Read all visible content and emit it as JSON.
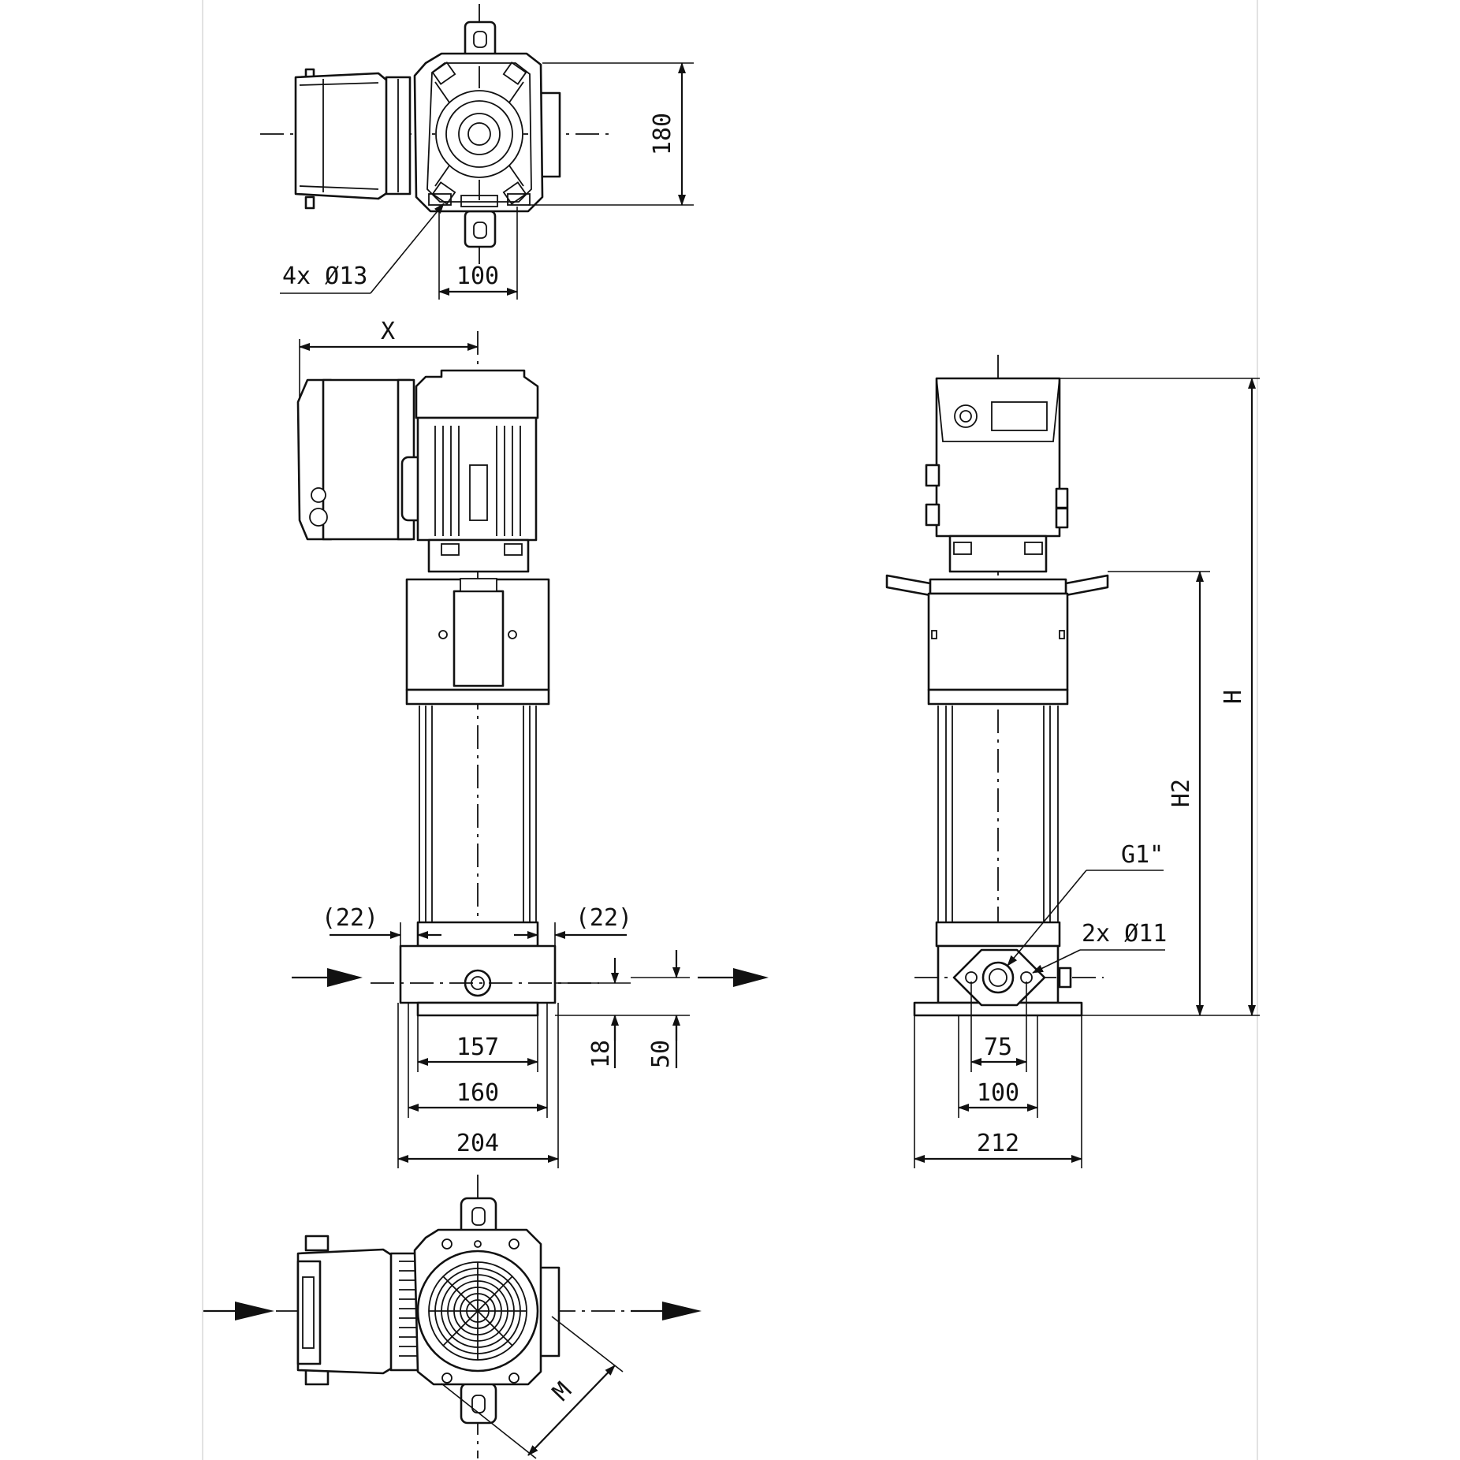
{
  "dimensions": {
    "top_mount_holes": "4x Ø13",
    "top_hole_spacing": "100",
    "top_height": "180",
    "x_offset": "X",
    "left_clearance": "(22)",
    "right_clearance": "(22)",
    "inner_width": "157",
    "base_width": "160",
    "overall_width": "204",
    "height_18": "18",
    "height_50": "50",
    "side_thread": "G1\"",
    "side_flange_holes": "2x Ø11",
    "side_inner_spacing": "75",
    "side_hole_spacing": "100",
    "side_base_width": "212",
    "overall_height": "H",
    "height_h2": "H2",
    "diagonal_m": "M"
  },
  "icons": [
    "inlet-arrow-icon",
    "outlet-arrow-icon",
    "centerline-icon",
    "dimension-arrow-icon"
  ]
}
